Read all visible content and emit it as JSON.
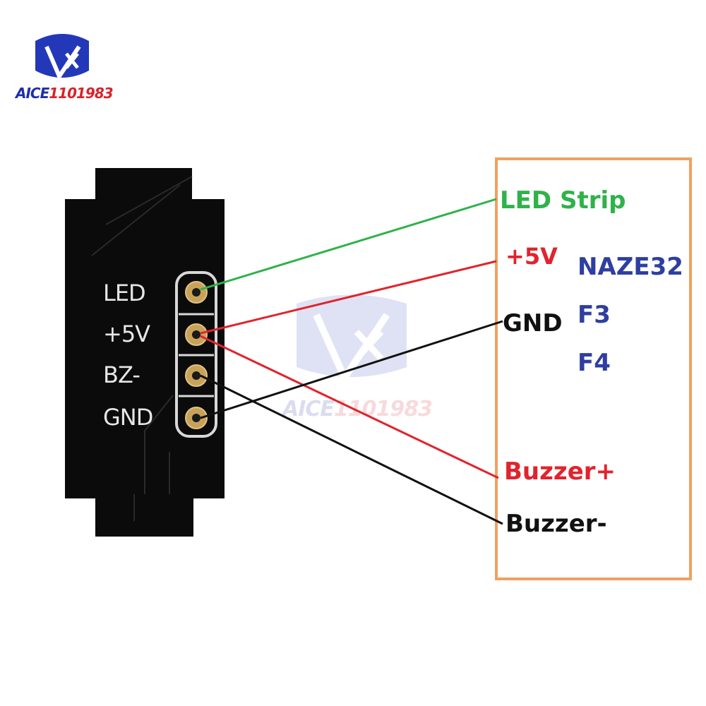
{
  "logo": {
    "text_part1": "AICE",
    "text_part2": "1101983"
  },
  "watermark": {
    "text_part1": "AICE",
    "text_part2": "1101983"
  },
  "pcb": {
    "pins": [
      "LED",
      "+5V",
      "BZ-",
      "GND"
    ]
  },
  "controller": {
    "board_names": [
      "NAZE32",
      "F3",
      "F4"
    ],
    "connections": [
      "LED Strip",
      "+5V",
      "GND",
      "Buzzer+",
      "Buzzer-"
    ]
  },
  "colors": {
    "led_wire": "#2fb24a",
    "power_wire": "#e0242e",
    "ground_wire": "#111111",
    "box_border": "#f0a060",
    "board_name": "#2f3ea0",
    "pcb": "#0b0b0b"
  }
}
